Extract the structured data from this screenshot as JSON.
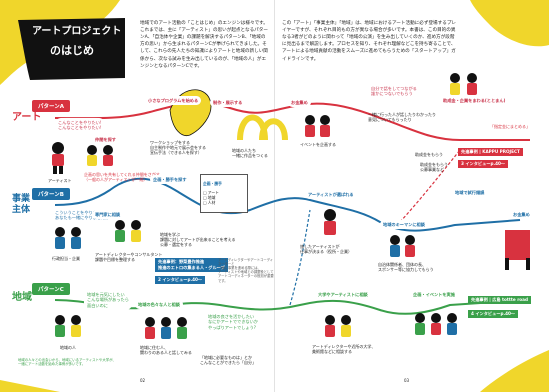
{
  "title": {
    "line1": "アートプロジェクト",
    "line2": "のはじめ"
  },
  "intro_left": "地域でのアート活動の「ことはじめ」のエンジンは様々です。これまでは、主に「アーティスト」の思いが起点となるパターンA、「自治体や企業」の課題を解決するパターンB、「地域の方の思い」から生まれるパターンCが挙げられてきました。そして、これらの先人たちの知識によりアートと地域の新しい関係から、次なる試みを生み出しているのが、「地域の人」がエンジンとなるパターンCです。",
  "intro_right": "この「アート」「事業主体」「地域」は、地域におけるアート活動に必ず登場するプレイヤーですが、それぞれ目的もの方が異なる場合が多いです。本書は、この目的の異なる3者がどのように関わって「地域の公演」を生み出していくのか、進め方が段階に見出るまで解説します。プロセスを知り、それぞれ理解などこを持ち寄ることで、アートによる地域貢献の活動をスムーズに進めてもらうための「スタートアップ」ガイドラインです。",
  "rows": {
    "art": {
      "label": "アート",
      "tag": "パターンA",
      "color": "#d8323f"
    },
    "biz": {
      "label": "事業\n主体",
      "tag": "パターンB",
      "color": "#1f6fa6"
    },
    "local": {
      "label": "地域",
      "tag": "パターンC",
      "color": "#3aa04a"
    }
  },
  "row_a": {
    "bubble_idea": "こんなことをやりたい!\nこんなことをやりたい!",
    "artist": "アーティスト",
    "bubble_friends": "仲間を探す",
    "caption_plan": "企画の思いを共有してくれる仲間をさがす\n（一般の人がアーティストが一緒）",
    "bubble_small": "小さなプログラムを始める",
    "caption_workshop": "ワークショップをする\n自主制作や地元で展示会をする\n宣伝手法（できる人を探す）",
    "bubble_produce": "制作・展示する",
    "caption_locals": "地域の人たち\n一緒に作品をつくる",
    "bubble_money": "お金集め",
    "caption_event": "イベントを企画する",
    "bubble_contact": "自分で話をしてつながる\n誰かにつないでもらう",
    "caption_network": "一緒に行った人が話したりわかったり\n意見についてもらったり",
    "bubble_apply": "助成金・企業をまわる(ととまん)",
    "caption_tip": "「指定金にまとめる」",
    "caption_grant": "助成金をもらう",
    "tag_project": "先進事例 | KAPPU PROJECT",
    "link": "3 インタビューp.40〜"
  },
  "row_b": {
    "bubble_want": "こういうことをやりたい\nあなたも一緒にやりませんか",
    "bubble_expert": "専門家に相談",
    "caption_officials": "行政担当・企業",
    "caption_director": "アートディレクターやコンサルタント\n課題や目標を整理する",
    "bubble_search": "企画・勝手を探す",
    "box_label": "企画・勝手",
    "box_items": "□ アート\n□ 地域\n□ 人材",
    "caption_region": "地域を学ぶ\n課題に対してアートが出来ることを考える\n公募・選定をする",
    "tag_case": "先進事例：野菜豊作推進\n推進のエトロの集まる人・グループ",
    "link": "2 インタビューp.40〜",
    "bubble_artist": "アーティストが選ばれる",
    "caption_trial": "旅したアーティストが\n仕事が決まる（役所・企業）",
    "bubble_keyman": "地域のキーマンに相談",
    "caption_keyman": "自治体関係者、団体の長、\nスポンサー等に協力してもらう",
    "bubble_trial": "地域で試行錯誤",
    "bubble_money": "お金集め",
    "caption_money": "助成金をもらう\n公募事業など",
    "aside": "アートディレクターやアートコーディネーターと\n一緒に事業を進める際には、\nアーティストや地域との調整役としてアートコーディネーターの役割が重要です。"
  },
  "row_c": {
    "bubble_feel": "地域を元気にしたい\nこんな場所があったら\n面白いのに",
    "caption_locals": "地域の人",
    "bubble_talk": "地域の色々な人と相談",
    "caption_talk": "地域に住む人、\n関わりのある人と話してみる",
    "bubble_ask": "地域の良さを活かしたい\nなにかアートでできないか\nやっぱりアートでしょう?",
    "caption_ask": "「地域に必要なものは」とか\nこんなことができたら「自分」",
    "bubble_university": "大学やアーティストに相談",
    "caption_university": "アートディレクターや近所の大学、\n美術館などに相談する",
    "bubble_event": "企画・イベントを実施",
    "tag_case": "先進事例 | 広島 tottte road",
    "link": "4 インタビューp.40〜",
    "footnote": "地域の人々との出会いから、地域にいるアーティストや大学が、\n一緒にアート活動を始めた事例が多いです。"
  },
  "page_numbers": {
    "left": "02",
    "right": "03"
  },
  "colors": {
    "red": "#d8323f",
    "blue": "#1f6fa6",
    "green": "#3aa04a",
    "yellow": "#f0d62b",
    "black": "#111111"
  }
}
